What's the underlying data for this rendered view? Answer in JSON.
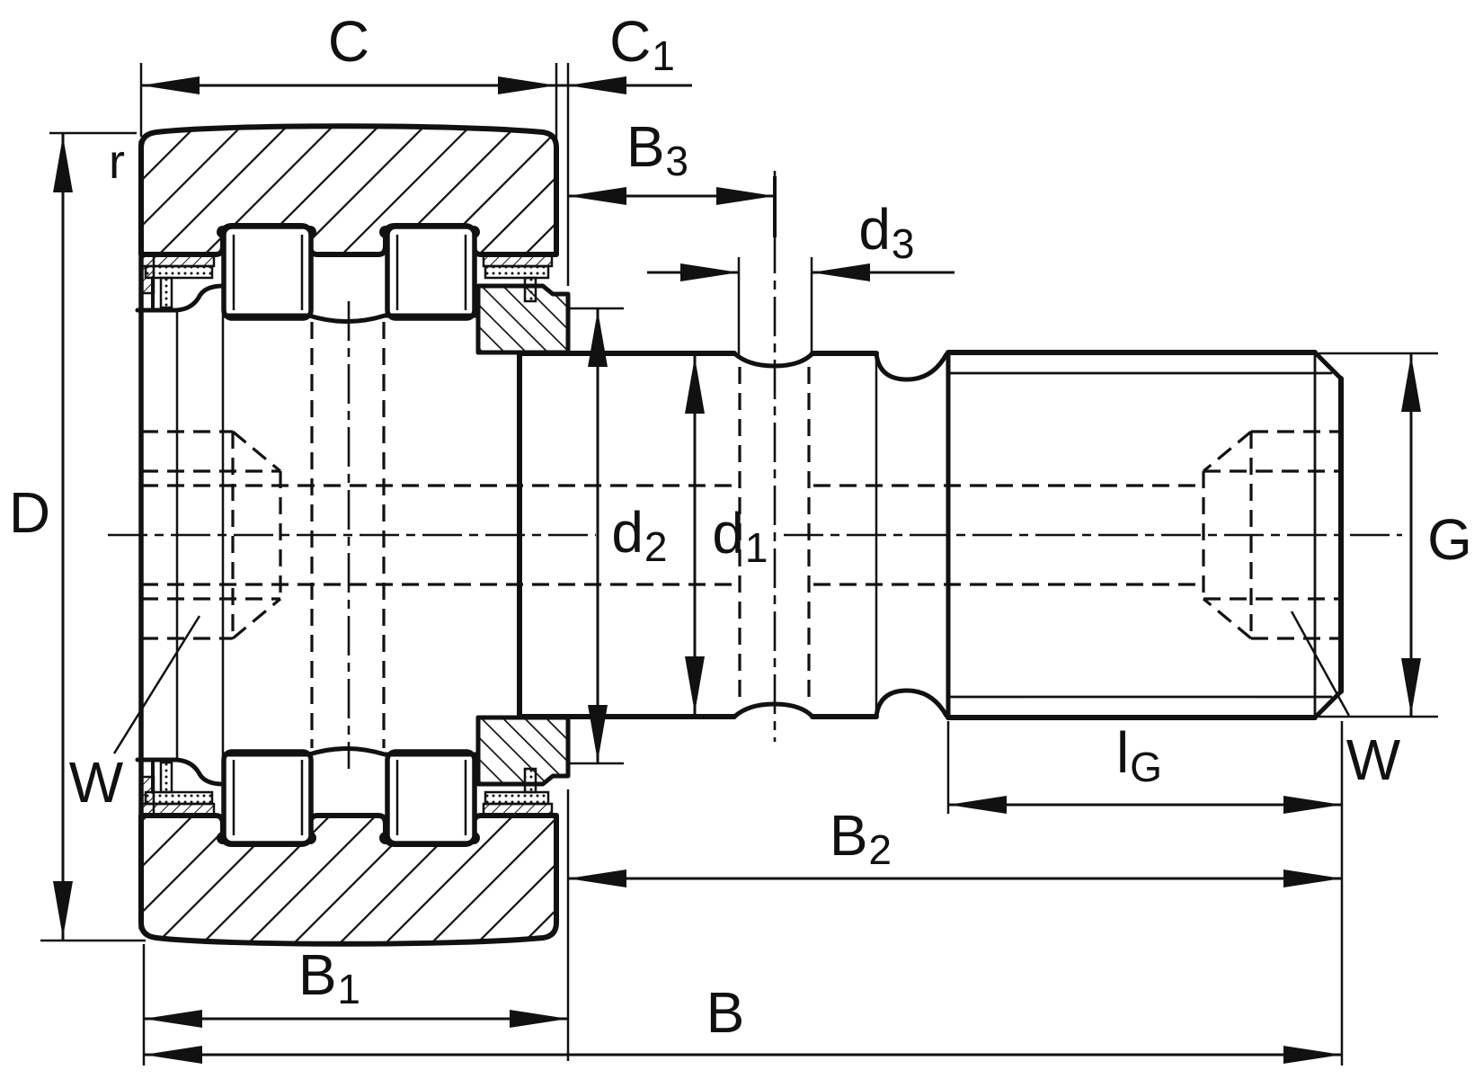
{
  "figure": {
    "kind": "engineering-section-drawing",
    "subject": "stud-type track roller cam follower bearing, cross-section with dimension annotations",
    "background_color": "#ffffff",
    "line_color": "#111111"
  },
  "labels": {
    "c": {
      "text": "C"
    },
    "c1": {
      "main": "C",
      "sub": "1"
    },
    "b3": {
      "main": "B",
      "sub": "3"
    },
    "d3": {
      "main": "d",
      "sub": "3"
    },
    "r": {
      "text": "r"
    },
    "d_outer": {
      "text": "D"
    },
    "w_left": {
      "text": "W"
    },
    "d2": {
      "main": "d",
      "sub": "2"
    },
    "d1": {
      "main": "d",
      "sub": "1"
    },
    "g": {
      "text": "G"
    },
    "lg": {
      "main": "l",
      "sub": "G"
    },
    "w_right": {
      "text": "W"
    },
    "b2": {
      "main": "B",
      "sub": "2"
    },
    "b1": {
      "main": "B",
      "sub": "1"
    },
    "b": {
      "text": "B"
    }
  }
}
